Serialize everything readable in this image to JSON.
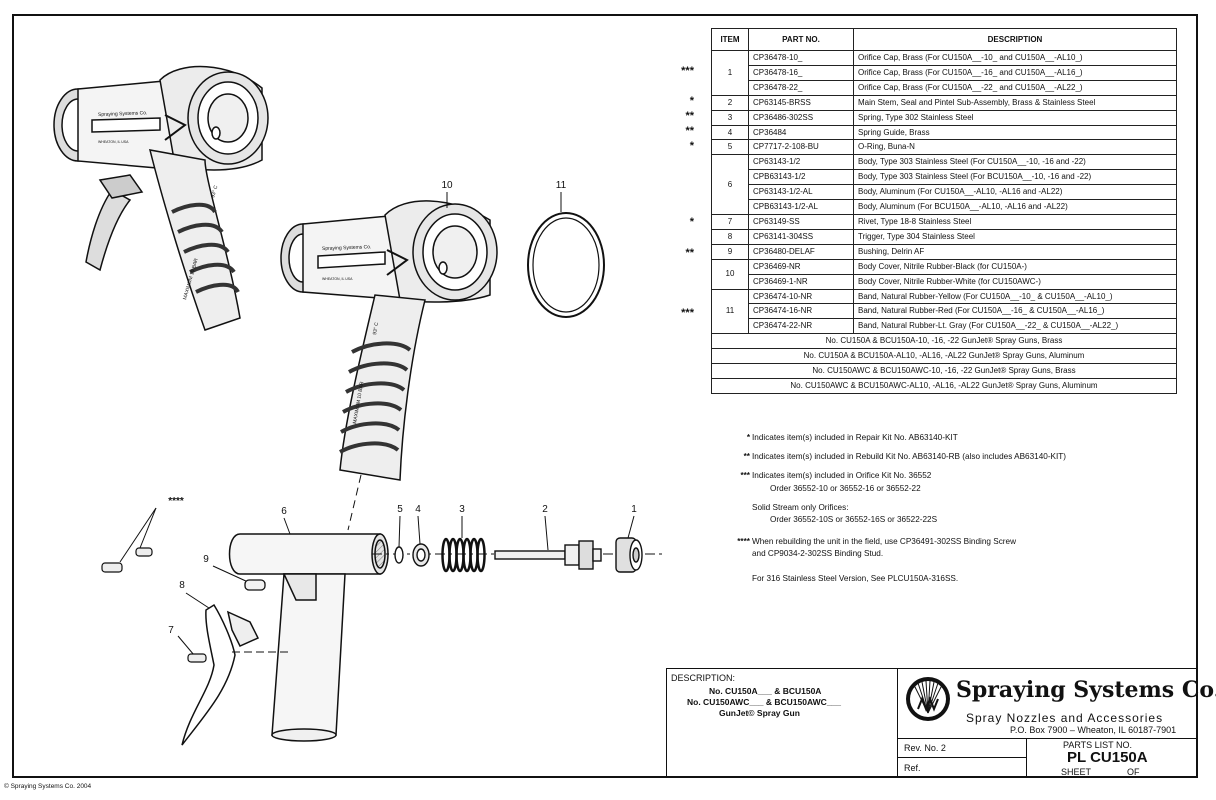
{
  "table": {
    "headers": [
      "ITEM",
      "PART NO.",
      "DESCRIPTION"
    ],
    "groups": [
      {
        "item": "1",
        "marker": "***",
        "rows": [
          {
            "part": "CP36478-10_",
            "desc": "Orifice Cap, Brass (For CU150A__-10_ and CU150A__-AL10_)"
          },
          {
            "part": "CP36478-16_",
            "desc": "Orifice Cap, Brass (For CU150A__-16_ and CU150A__-AL16_)"
          },
          {
            "part": "CP36478-22_",
            "desc": "Orifice Cap, Brass (For CU150A__-22_ and CU150A__-AL22_)"
          }
        ]
      },
      {
        "item": "2",
        "marker": "*",
        "rows": [
          {
            "part": "CP63145-BRSS",
            "desc": "Main Stem, Seal and Pintel Sub-Assembly, Brass & Stainless Steel"
          }
        ]
      },
      {
        "item": "3",
        "marker": "**",
        "rows": [
          {
            "part": "CP36486-302SS",
            "desc": "Spring, Type 302 Stainless Steel"
          }
        ]
      },
      {
        "item": "4",
        "marker": "**",
        "rows": [
          {
            "part": "CP36484",
            "desc": "Spring Guide, Brass"
          }
        ]
      },
      {
        "item": "5",
        "marker": "*",
        "rows": [
          {
            "part": "CP7717-2-108-BU",
            "desc": "O-Ring, Buna-N"
          }
        ]
      },
      {
        "item": "6",
        "marker": "",
        "rows": [
          {
            "part": "CP63143-1/2",
            "desc": "Body, Type 303 Stainless Steel (For CU150A__-10, -16 and -22)"
          },
          {
            "part": "CPB63143-1/2",
            "desc": "Body, Type 303 Stainless Steel (For BCU150A__-10, -16 and -22)"
          },
          {
            "part": "CP63143-1/2-AL",
            "desc": "Body, Aluminum (For CU150A__-AL10, -AL16 and -AL22)"
          },
          {
            "part": "CPB63143-1/2-AL",
            "desc": "Body, Aluminum (For BCU150A__-AL10, -AL16 and -AL22)"
          }
        ]
      },
      {
        "item": "7",
        "marker": "*",
        "rows": [
          {
            "part": "CP63149-SS",
            "desc": "Rivet, Type 18-8 Stainless Steel"
          }
        ]
      },
      {
        "item": "8",
        "marker": "",
        "rows": [
          {
            "part": "CP63141-304SS",
            "desc": "Trigger, Type 304 Stainless Steel"
          }
        ]
      },
      {
        "item": "9",
        "marker": "**",
        "rows": [
          {
            "part": "CP36480-DELAF",
            "desc": "Bushing, Delrin AF"
          }
        ]
      },
      {
        "item": "10",
        "marker": "",
        "rows": [
          {
            "part": "CP36469-NR",
            "desc": "Body Cover, Nitrile Rubber-Black (for CU150A-)"
          },
          {
            "part": "CP36469-1-NR",
            "desc": "Body Cover, Nitrile Rubber-White (for CU150AWC-)"
          }
        ]
      },
      {
        "item": "11",
        "marker": "***",
        "rows": [
          {
            "part": "CP36474-10-NR",
            "desc": "Band, Natural Rubber-Yellow (For CU150A__-10_ & CU150A__-AL10_)"
          },
          {
            "part": "CP36474-16-NR",
            "desc": "Band, Natural Rubber-Red (For CU150A__-16_ & CU150A__-AL16_)"
          },
          {
            "part": "CP36474-22-NR",
            "desc": "Band, Natural Rubber-Lt. Gray (For CU150A__-22_ & CU150A__-AL22_)"
          }
        ]
      }
    ],
    "models": [
      "No. CU150A & BCU150A-10, -16, -22 GunJet® Spray Guns, Brass",
      "No. CU150A & BCU150A-AL10, -AL16, -AL22 GunJet® Spray Guns, Aluminum",
      "No. CU150AWC & BCU150AWC-10, -16, -22 GunJet® Spray Guns, Brass",
      "No. CU150AWC & BCU150AWC-AL10, -AL16, -AL22 GunJet® Spray Guns, Aluminum"
    ]
  },
  "notes": {
    "n1_marker": "*",
    "n1": "Indicates item(s) included in Repair Kit No. AB63140-KIT",
    "n2_marker": "**",
    "n2": "Indicates item(s) included in Rebuild Kit No. AB63140-RB (also includes AB63140-KIT)",
    "n3_marker": "***",
    "n3": "Indicates item(s) included in Orifice Kit No. 36552",
    "n3_sub": "Order 36552-10 or 36552-16 or 36552-22",
    "solid": "Solid Stream only Orifices:",
    "solid_sub": "Order 36552-10S or 36552-16S or 36522-22S",
    "n4_marker": "****",
    "n4": "When rebuilding the unit in the field, use CP36491-302SS Binding Screw",
    "n4_sub": "and CP9034-2-302SS Binding Stud.",
    "ss316": "For 316 Stainless Steel Version, See PLCU150A-316SS."
  },
  "callouts": {
    "c1": "1",
    "c2": "2",
    "c3": "3",
    "c4": "4",
    "c5": "5",
    "c6": "6",
    "c7": "7",
    "c8": "8",
    "c9": "9",
    "c10": "10",
    "c11": "11",
    "c_star": "****"
  },
  "gun_text": {
    "brand": "Spraying Systems Co.",
    "label": "WHEATON, IL USA",
    "pressure": "MAXIMUM 10 BAR",
    "temp": "93° C"
  },
  "titleblock": {
    "desc_label": "DESCRIPTION:",
    "desc1": "No. CU150A___ & BCU150A",
    "desc2": "No. CU150AWC___ & BCU150AWC___",
    "desc3": "GunJet© Spray Gun",
    "company": "Spraying Systems Co.",
    "company_reg": "®",
    "tagline": "Spray Nozzles and Accessories",
    "address": "P.O. Box 7900 – Wheaton, IL 60187-7901",
    "rev_label": "Rev. No. 2",
    "ref_label": "Ref.",
    "parts_list_label": "PARTS LIST NO.",
    "parts_list_no": "PL CU150A",
    "sheet_label": "SHEET",
    "of_label": "OF"
  },
  "copyright": "© Spraying Systems Co. 2004",
  "colors": {
    "ink": "#111111",
    "paper": "#ffffff",
    "gray": "#d9d9d9"
  }
}
